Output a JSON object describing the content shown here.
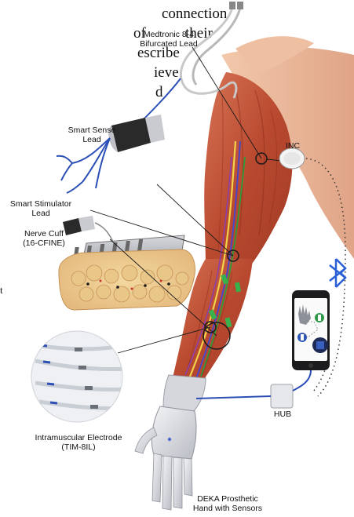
{
  "body_text": {
    "line1": "connection",
    "line2a": "of",
    "line2b": "their",
    "line3": "escribe",
    "line4": "ieve",
    "line5": "d",
    "stray": "t"
  },
  "labels": {
    "medtronic": [
      "Medtronic 8-4",
      "Bifurcated Lead"
    ],
    "smart_sense": [
      "Smart Sense",
      "Lead"
    ],
    "smart_stimulator": [
      "Smart Stimulator",
      "Lead"
    ],
    "nerve_cuff": [
      "Nerve Cuff",
      "(16-CFINE)"
    ],
    "inc": "INC",
    "hub": "HUB",
    "intramuscular": [
      "Intramuscular Electrode",
      "(TIM-8IL)"
    ],
    "deka": [
      "DEKA Prosthetic",
      "Hand with Sensors"
    ]
  },
  "icons": {
    "wireless": "bluetooth-icon",
    "phone_app": [
      "hand-icon",
      "sensor-icon",
      "electrode-icon",
      "chip-icon"
    ]
  },
  "colors": {
    "muscle": "#c45a3c",
    "skin": "#e8b394",
    "lead_blue": "#2b4fb5",
    "bluetooth": "#2a5fd6"
  }
}
